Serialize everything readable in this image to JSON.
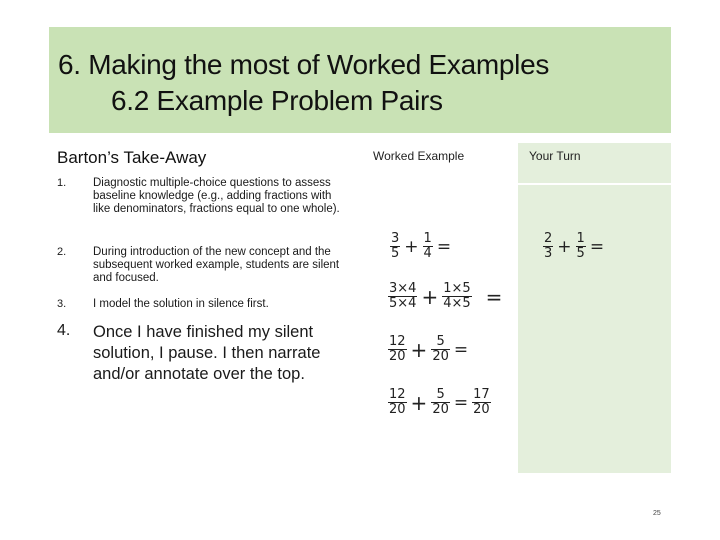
{
  "title": {
    "line1": "6.  Making the most of Worked Examples",
    "line2": "6.2 Example Problem Pairs"
  },
  "takeaway": {
    "heading": "Barton’s Take-Away",
    "items": [
      {
        "num": "1.",
        "text": "Diagnostic multiple-choice questions to assess baseline knowledge (e.g., adding fractions with like denominators, fractions equal to one whole)."
      },
      {
        "num": "2.",
        "text": "During introduction of the new concept and the subsequent worked example, students are silent and focused."
      },
      {
        "num": "3.",
        "text": "I model the solution in silence first."
      },
      {
        "num": "4.",
        "text": "Once I have finished my silent solution, I pause. I then narrate and/or annotate over the top."
      }
    ]
  },
  "table": {
    "header_left": "Worked Example",
    "header_right": "Your Turn",
    "worked_steps": {
      "s1": {
        "a_n": "3",
        "a_d": "5",
        "op": "+",
        "b_n": "1",
        "b_d": "4",
        "eq": "="
      },
      "s2": {
        "a_n": "3×4",
        "a_d": "5×4",
        "op": "+",
        "b_n": "1×5",
        "b_d": "4×5",
        "eq": "="
      },
      "s3": {
        "a_n": "12",
        "a_d": "20",
        "op": "+",
        "b_n": "5",
        "b_d": "20",
        "eq": "="
      },
      "s4": {
        "a_n": "12",
        "a_d": "20",
        "op": "+",
        "b_n": "5",
        "b_d": "20",
        "eq": "=",
        "r_n": "17",
        "r_d": "20"
      }
    },
    "your_turn": {
      "a_n": "2",
      "a_d": "3",
      "op": "+",
      "b_n": "1",
      "b_d": "5",
      "eq": "="
    }
  },
  "page_number": "25"
}
